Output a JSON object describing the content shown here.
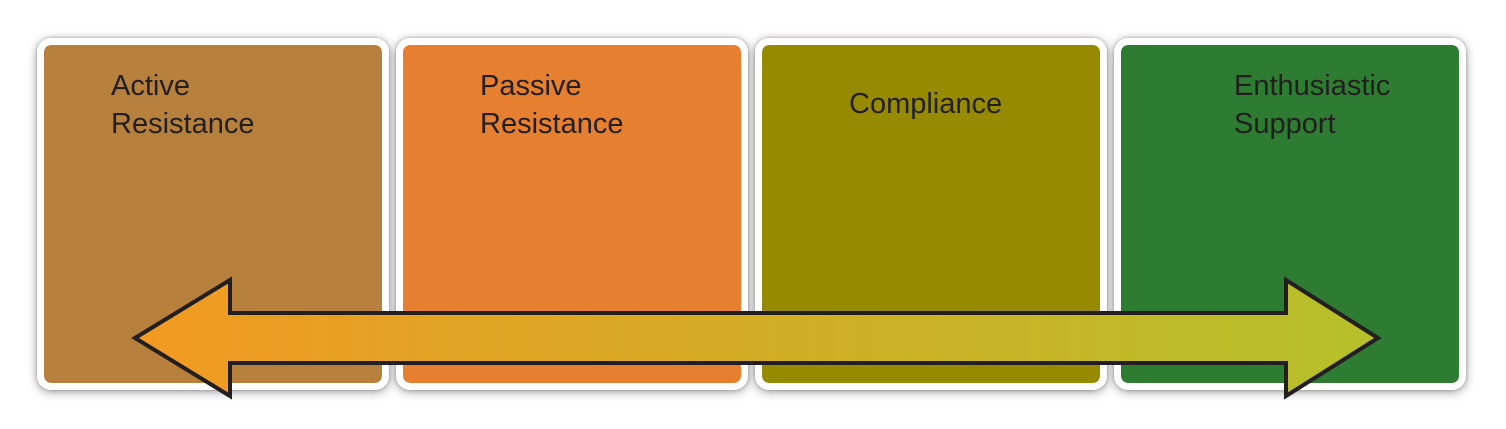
{
  "diagram": {
    "stages": [
      {
        "label": "Active\nResistance",
        "color": "#b8803d"
      },
      {
        "label": "Passive\nResistance",
        "color": "#e67f2f"
      },
      {
        "label": "Compliance",
        "color": "#968a00"
      },
      {
        "label": "Enthusiastic\nSupport",
        "color": "#2e7c31"
      }
    ],
    "arrow": {
      "direction": "bidirectional",
      "gradient_start": "#f29a22",
      "gradient_end": "#b5c02a",
      "outline": "#231f20"
    }
  }
}
